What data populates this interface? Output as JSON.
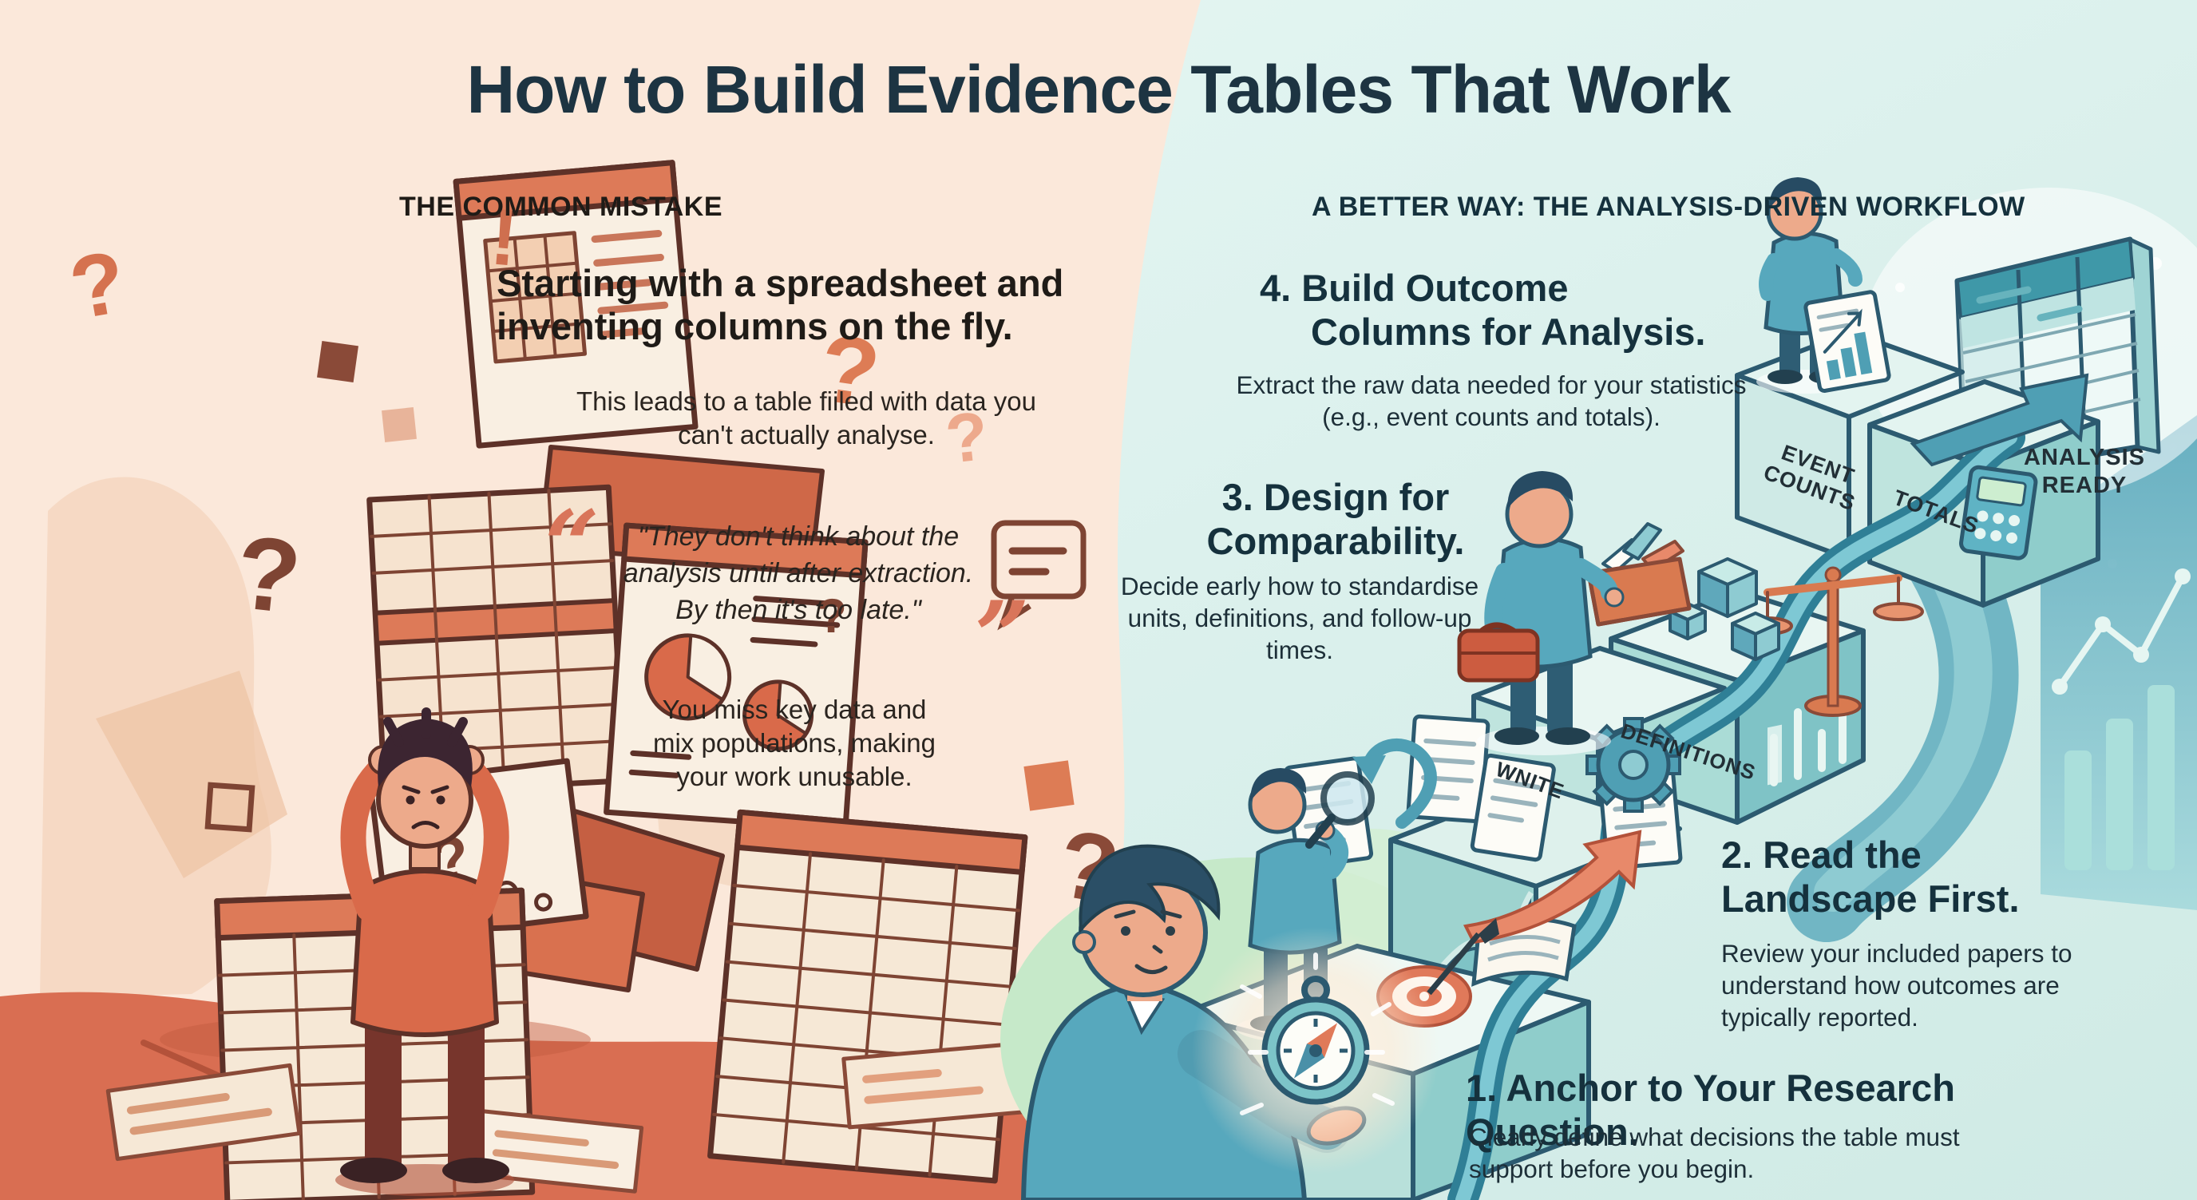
{
  "title": "How to Build Evidence Tables That Work",
  "colors": {
    "left_background": "#fbe8da",
    "left_ground": "#d96e52",
    "right_background": "#d9f0ec",
    "accent_orange": "#d9755a",
    "accent_teal": "#4f9fb4",
    "heading_text": "#1d3442"
  },
  "icons": {
    "question_mark": "?",
    "exclamation": "!",
    "open_quote": "“",
    "close_quote": "”"
  },
  "left_panel": {
    "heading": "THE COMMON MISTAKE",
    "headline": "Starting with a spreadsheet and inventing columns on the fly.",
    "lead": "This leads to a table fiiled with data you can't actually analyse.",
    "quote": "\"They don't think about the analysis until after extraction. By then it's too late.\"",
    "consequence": "You miss key data and mix populations, making your work unusable."
  },
  "right_panel": {
    "heading": "A BETTER WAY: THE ANALYSIS-DRIVEN WORKFLOW",
    "steps": [
      {
        "title": "1. Anchor to Your Research Question.",
        "description": "Clearly define what decisions the table must support before you begin."
      },
      {
        "title": "2. Read the Landscape First.",
        "description": "Review your included papers to understand how outcomes are typically reported."
      },
      {
        "title": "3. Design for Comparability.",
        "description": "Decide early how to standardise units, definitions, and follow-up times."
      },
      {
        "title": "4. Build Outcome Columns for Analysis.",
        "description": "Extract the raw data needed for your statistics (e.g., event counts and totals)."
      }
    ],
    "stair_labels": [
      "WNITE",
      "DEFINITIONS",
      "EVENT COUNTS",
      "TOTALS",
      "ANALYSIS READY"
    ]
  }
}
